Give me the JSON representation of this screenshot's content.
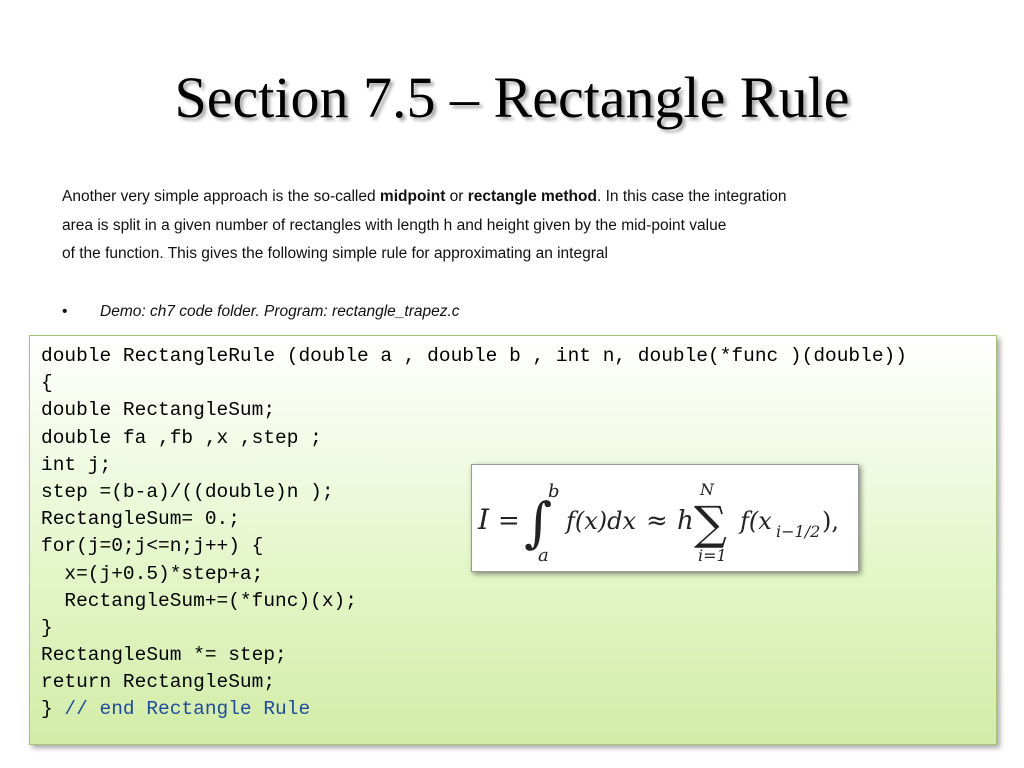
{
  "title": "Section 7.5 – Rectangle Rule",
  "intro": {
    "line1_a": "Another very simple approach is the so-called ",
    "line1_bold1": "midpoint",
    "line1_b": " or ",
    "line1_bold2": "rectangle method",
    "line1_c": ". In this case the integration",
    "line2": "area is split in a given number of rectangles with length h and height given by the mid-point value",
    "line3": "of the function. This gives the following simple rule for approximating an integral"
  },
  "bullet": {
    "symbol": "•",
    "text": "Demo: ch7 code folder. Program: rectangle_trapez.c"
  },
  "code": {
    "lines": [
      "double RectangleRule (double a , double b , int n, double(*func )(double))",
      "{",
      "double RectangleSum;",
      "double fa ,fb ,x ,step ;",
      "int j;",
      "step =(b-a)/((double)n );",
      "RectangleSum= 0.;",
      "for(j=0;j<=n;j++) {",
      "  x=(j+0.5)*step+a;",
      "  RectangleSum+=(*func)(x);",
      "}",
      "RectangleSum *= step;",
      "return RectangleSum;",
      "} "
    ],
    "last_comment": "// end Rectangle Rule"
  },
  "formula": {
    "lhs": "I",
    "eq": "=",
    "integral": "∫",
    "upper": "b",
    "lower": "a",
    "integrand": "f(x)dx",
    "approx": "≈",
    "h": "h",
    "sum": "∑",
    "sum_upper": "N",
    "sum_lower": "i=1",
    "term": "f(x",
    "sub": "i−1/2",
    "close": "),"
  },
  "colors": {
    "code_comment": "#1f4aa0",
    "code_box_border": "#a4c27a",
    "code_box_bottom": "#d2eca7"
  }
}
